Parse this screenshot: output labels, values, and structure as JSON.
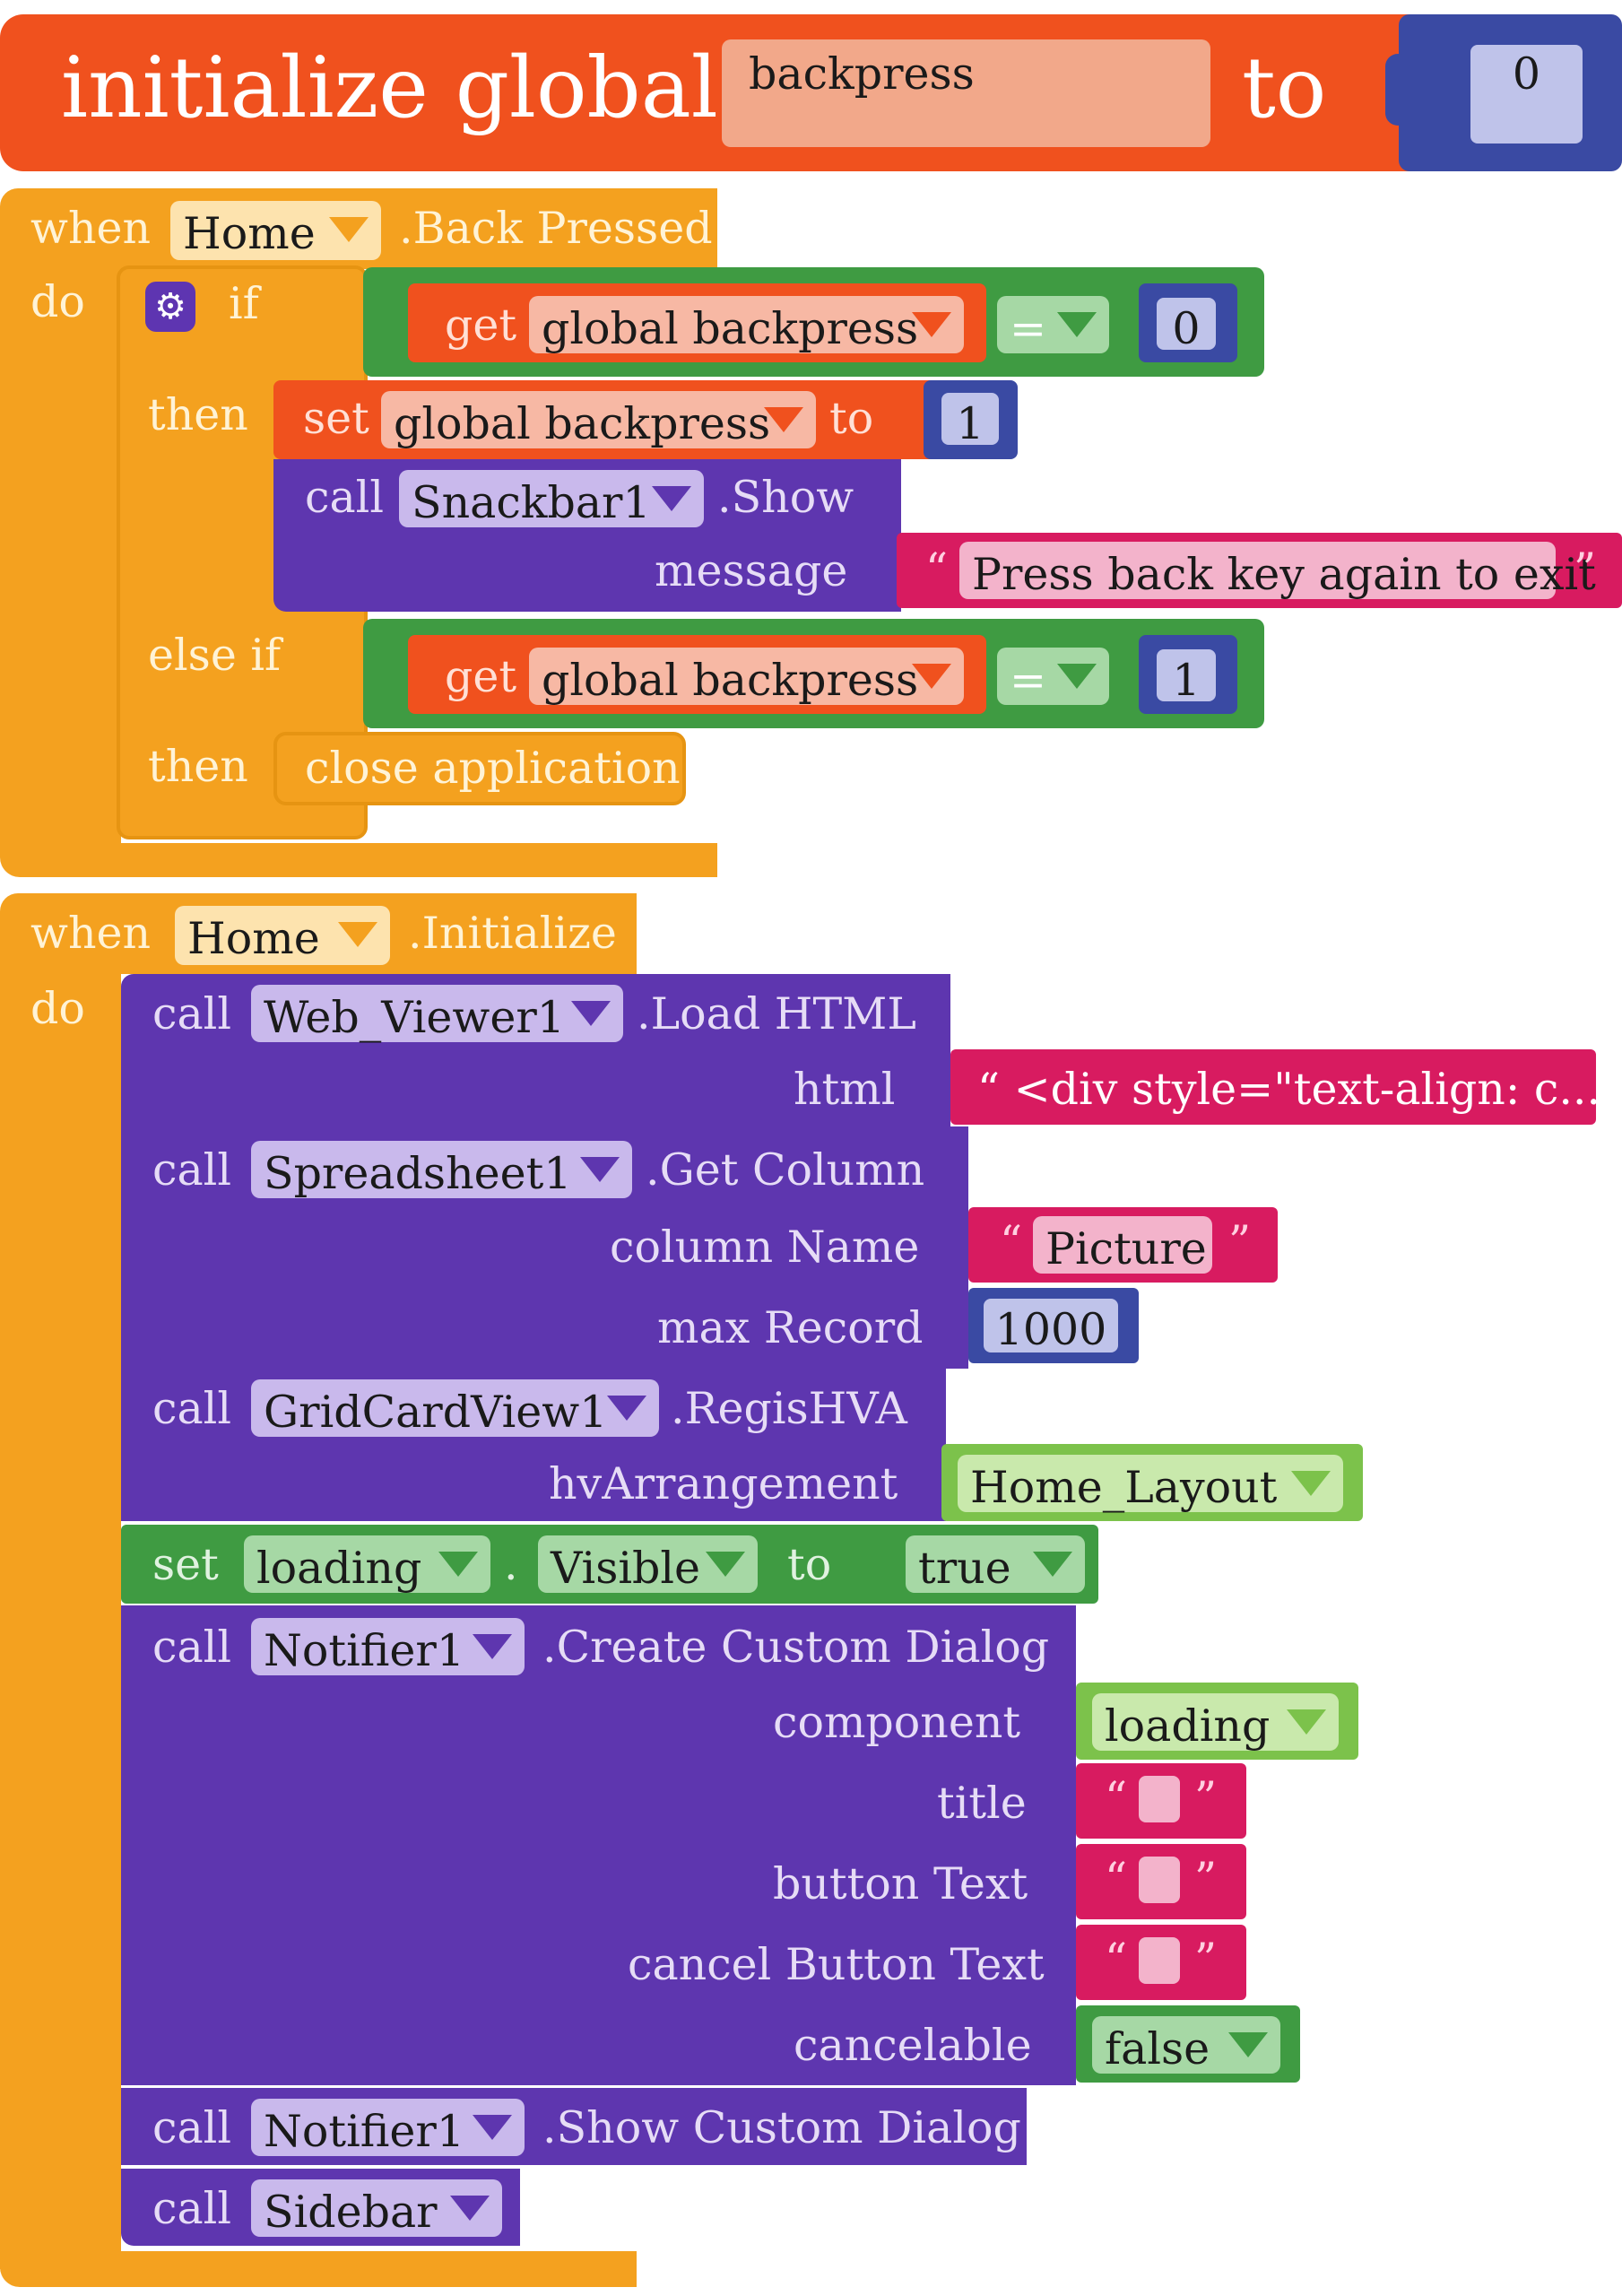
{
  "accent_colors": {
    "event": "#f4a11f",
    "variable": "#f0511e",
    "component_call": "#5e36af",
    "logic": "#3f9b42",
    "component_value": "#7cc24b",
    "text": "#d81b60",
    "math": "#3a4aa3"
  },
  "init_block": {
    "label": "initialize global",
    "name": "backpress",
    "to": "to",
    "value": "0"
  },
  "back_pressed": {
    "when": "when",
    "component": "Home",
    "event": ".Back Pressed",
    "do": "do",
    "if_label": "if",
    "then1": "then",
    "else_if": "else if",
    "then2": "then",
    "cond1": {
      "get": "get",
      "var": "global backpress",
      "op": "=",
      "value": "0"
    },
    "set1": {
      "set": "set",
      "var": "global backpress",
      "to": "to",
      "value": "1"
    },
    "snackbar": {
      "call": "call",
      "component": "Snackbar1",
      "method": ".Show",
      "param": "message",
      "text": "Press back key again to exit",
      "lquote": "“",
      "rquote": "”"
    },
    "cond2": {
      "get": "get",
      "var": "global backpress",
      "op": "=",
      "value": "1"
    },
    "close": "close application"
  },
  "initialize": {
    "when": "when",
    "component": "Home",
    "event": ".Initialize",
    "do": "do",
    "web": {
      "call": "call",
      "component": "Web_Viewer1",
      "method": ".Load HTML",
      "param": "html",
      "text": "“ <div style=\"text-align: c..."
    },
    "sheet": {
      "call": "call",
      "component": "Spreadsheet1",
      "method": ".Get Column",
      "param1": "column Name",
      "text": "Picture",
      "lquote": "“",
      "rquote": "”",
      "param2": "max Record",
      "value": "1000"
    },
    "grid": {
      "call": "call",
      "component": "GridCardView1",
      "method": ".RegisHVA",
      "param": "hvArrangement",
      "arrangement": "Home_Layout"
    },
    "set_visible": {
      "set": "set",
      "component": "loading",
      "dot": ".",
      "prop": "Visible",
      "to": "to",
      "value": "true"
    },
    "notif_create": {
      "call": "call",
      "component": "Notifier1",
      "method": ".Create Custom Dialog",
      "p_component": "component",
      "component_value": "loading",
      "p_title": "title",
      "p_button": "button Text",
      "p_cancel": "cancel Button Text",
      "p_cancelable": "cancelable",
      "cancelable_value": "false",
      "lquote": "“",
      "rquote": "”"
    },
    "notif_show": {
      "call": "call",
      "component": "Notifier1",
      "method": ".Show Custom Dialog"
    },
    "sidebar": {
      "call": "call",
      "component": "Sidebar"
    }
  }
}
